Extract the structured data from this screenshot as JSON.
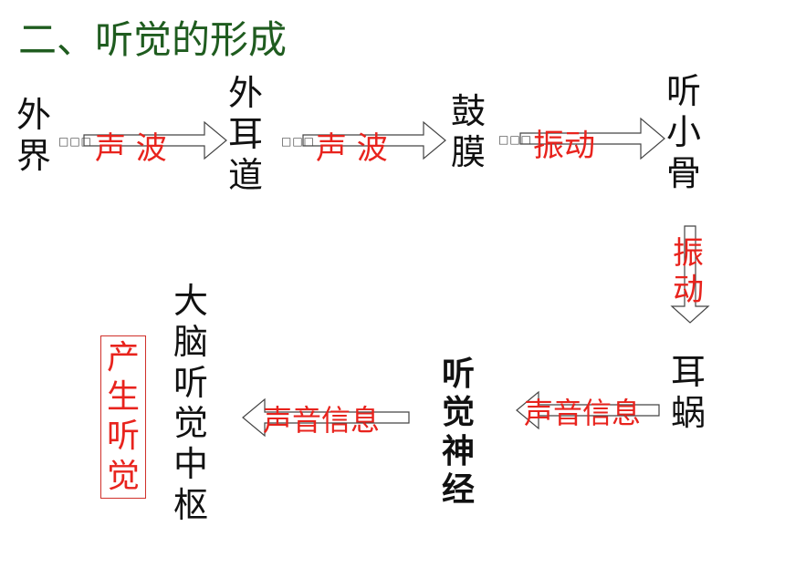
{
  "title": "二、听觉的形成",
  "nodes": {
    "outside": "外\n界",
    "ear_canal": "外\n耳\n道",
    "eardrum": "鼓\n膜",
    "ossicles": "听\n小\n骨",
    "cochlea": "耳\n蜗",
    "auditory_nerve": "听\n觉\n神\n经",
    "brain_center": "大\n脑\n听\n觉\n中\n枢",
    "result": "产\n生\n听\n觉"
  },
  "arrows": {
    "sound_wave_1": "声 波",
    "sound_wave_2": "声 波",
    "vibration_1": "振动",
    "vibration_2": "振\n动",
    "sound_info_1": "声音信息",
    "sound_info_2": "声音信息"
  },
  "placeholder_glyphs": "□□□",
  "colors": {
    "title": "#1f5c1f",
    "label_red": "#e8231d",
    "text": "#111111"
  }
}
